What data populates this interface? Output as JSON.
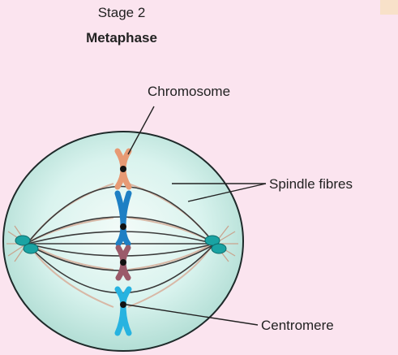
{
  "header": {
    "stage_number": "Stage 2",
    "stage_name": "Metaphase"
  },
  "labels": {
    "chromosome": "Chromosome",
    "spindle_fibres": "Spindle fibres",
    "centromere": "Centromere"
  },
  "colors": {
    "background": "#fbe4ef",
    "cell_fill": "#cfeee8",
    "cell_outline": "#1e2a2a",
    "spindle": "#3a3a3a",
    "astral_rays": "#c9a48f",
    "centriole": "#1aa3a3",
    "chromosome_orange": "#e79a74",
    "chromosome_blue": "#1e7fc4",
    "chromosome_mauve": "#9b5a6a",
    "chromosome_cyan": "#27b3e0",
    "centromere": "#111111"
  }
}
